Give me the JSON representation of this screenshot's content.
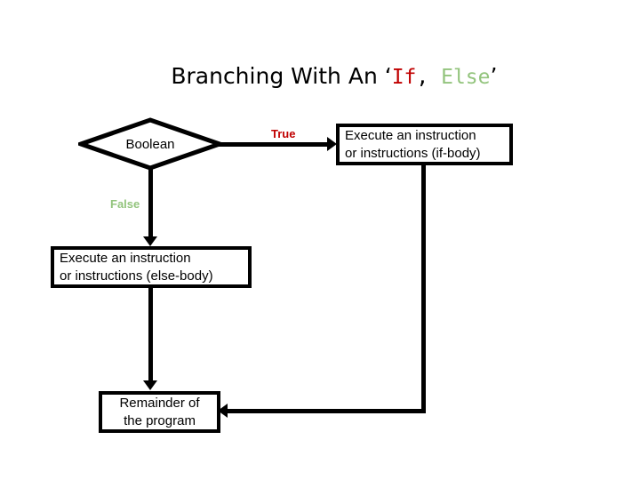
{
  "title": {
    "prefix": "Branching With An ‘",
    "keyword_if": "If",
    "separator": ", ",
    "keyword_else": "Else",
    "suffix": "’",
    "full_text": "Branching With An ‘If, Else’"
  },
  "colors": {
    "background": "#ffffff",
    "stroke": "#000000",
    "true_label": "#c00000",
    "false_label": "#93c47d",
    "keyword_if": "#c00000",
    "keyword_else": "#93c47d"
  },
  "flowchart": {
    "type": "flowchart",
    "nodes": [
      {
        "id": "decision",
        "shape": "diamond",
        "label": "Boolean"
      },
      {
        "id": "if_body",
        "shape": "rectangle",
        "line1": "Execute an instruction",
        "line2": "or instructions (if-body)"
      },
      {
        "id": "else_body",
        "shape": "rectangle",
        "line1": "Execute an instruction",
        "line2": "or instructions (else-body)"
      },
      {
        "id": "remainder",
        "shape": "rectangle",
        "line1": "Remainder of",
        "line2": "the program"
      }
    ],
    "edges": [
      {
        "from": "decision",
        "to": "if_body",
        "label": "True"
      },
      {
        "from": "decision",
        "to": "else_body",
        "label": "False"
      },
      {
        "from": "else_body",
        "to": "remainder",
        "label": ""
      },
      {
        "from": "if_body",
        "to": "remainder",
        "label": ""
      }
    ]
  }
}
